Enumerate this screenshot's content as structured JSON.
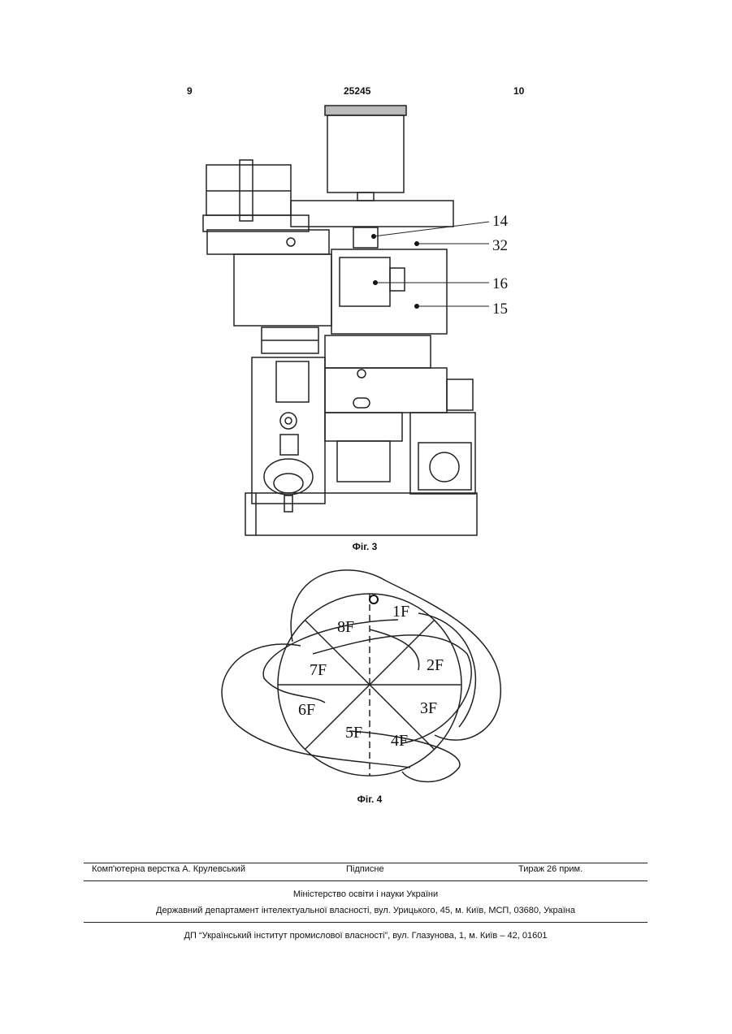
{
  "header": {
    "page_left": "9",
    "patent_number": "25245",
    "page_right": "10"
  },
  "figure3": {
    "caption": "Фіг. 3",
    "labels": [
      "14",
      "32",
      "16",
      "15"
    ]
  },
  "figure4": {
    "caption": "Фіг. 4",
    "sectors": [
      "1F",
      "2F",
      "3F",
      "4F",
      "5F",
      "6F",
      "7F",
      "8F"
    ]
  },
  "footer": {
    "layout": "Комп'ютерна верстка А. Крулевський",
    "signed": "Підписне",
    "circulation": "Тираж 26 прим.",
    "ministry": "Міністерство освіти і науки України",
    "department": "Державний департамент інтелектуальної власності, вул. Урицького, 45, м. Київ, МСП, 03680, Україна",
    "institute": "ДП “Український інститут промислової власності”, вул. Глазунова, 1, м. Київ – 42, 01601"
  }
}
